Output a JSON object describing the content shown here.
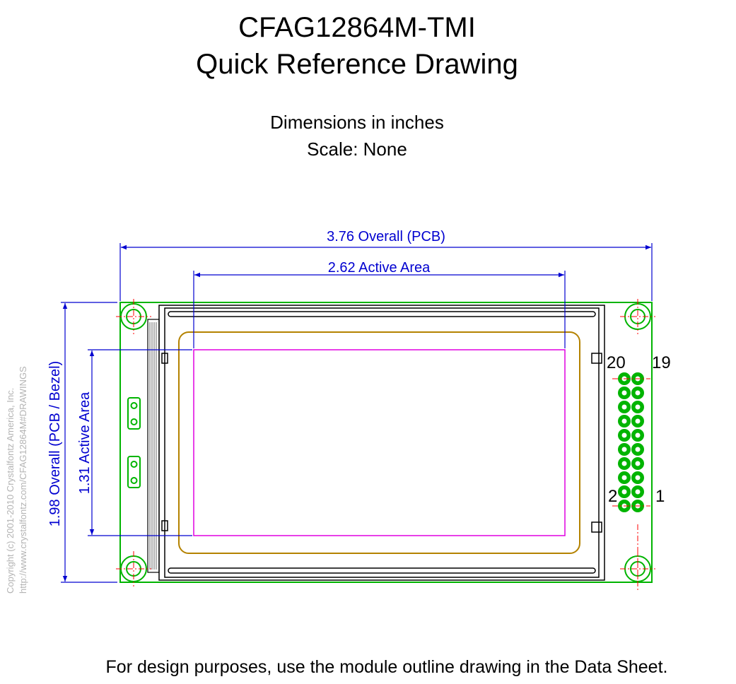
{
  "title": {
    "line1": "CFAG12864M-TMI",
    "line2": "Quick Reference Drawing"
  },
  "subtitle": {
    "units": "Dimensions in inches",
    "scale": "Scale: None"
  },
  "dimensions": {
    "overall_width": "3.76 Overall (PCB)",
    "active_width": "2.62 Active Area",
    "overall_height": "1.98 Overall (PCB / Bezel)",
    "active_height": "1.31 Active Area"
  },
  "pins": {
    "top_left": "20",
    "top_right": "19",
    "bottom_left": "2",
    "bottom_right": "1"
  },
  "copyright": {
    "line1": "Copyright (c) 2001-2010 Crystalfontz America, Inc.",
    "line2": "http://www.crystalfontz.com/CFAG12864M#DRAWINGS"
  },
  "footer_note": "For design purposes, use the module outline drawing in the Data Sheet.",
  "colors": {
    "pcb": "#00b400",
    "dimension": "#0000d0",
    "active_area": "#e000e0",
    "viewing_area": "#b48200",
    "centerline": "#ff0000",
    "outline": "#000000"
  }
}
